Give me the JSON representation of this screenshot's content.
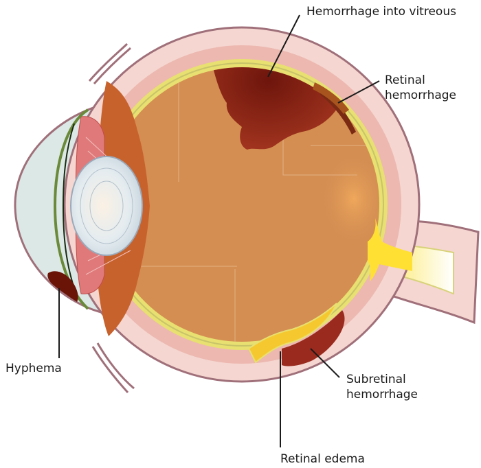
{
  "labels": {
    "vitreous_hemorrhage": "Hemorrhage into vitreous",
    "retinal_hemorrhage": [
      "Retinal",
      "hemorrhage"
    ],
    "hyphema": "Hyphema",
    "subretinal_hemorrhage": [
      "Subretinal",
      "hemorrhage"
    ],
    "retinal_edema": "Retinal edema"
  },
  "colors": {
    "sclera_outline": "#a0707a",
    "sclera_fill": "#f5d6d0",
    "choroid": "#e9a6a0",
    "retina": "#e8e070",
    "vitreous": "#d48e52",
    "vitreous_hemorrhage": "#7a1e12",
    "ciliary": "#c8622c",
    "iris": "#e07a7a",
    "cornea": "#dbe8e6",
    "lens": "#dfe8ee",
    "optic_nerve": "#f8f4d8",
    "optic_disc": "#ffe033",
    "hyphema": "#6a1408",
    "label_line": "#1a1a1a"
  }
}
